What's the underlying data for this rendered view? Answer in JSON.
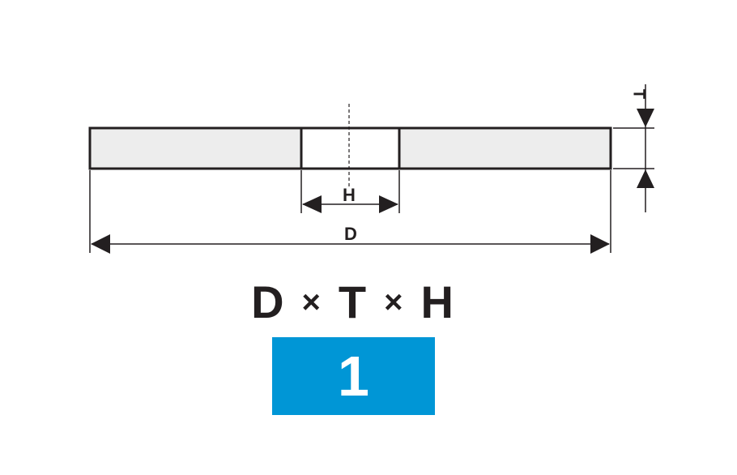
{
  "diagram": {
    "dimension_labels": {
      "thickness": "T",
      "hole": "H",
      "diameter": "D"
    }
  },
  "formula": {
    "d": "D",
    "times_1": "×",
    "t": "T",
    "times_2": "×",
    "h": "H"
  },
  "badge": {
    "value": "1"
  },
  "colors": {
    "line": "#231f20",
    "wheel_fill": "#ededed",
    "badge": "#0096d6",
    "badge_text": "#ffffff"
  }
}
